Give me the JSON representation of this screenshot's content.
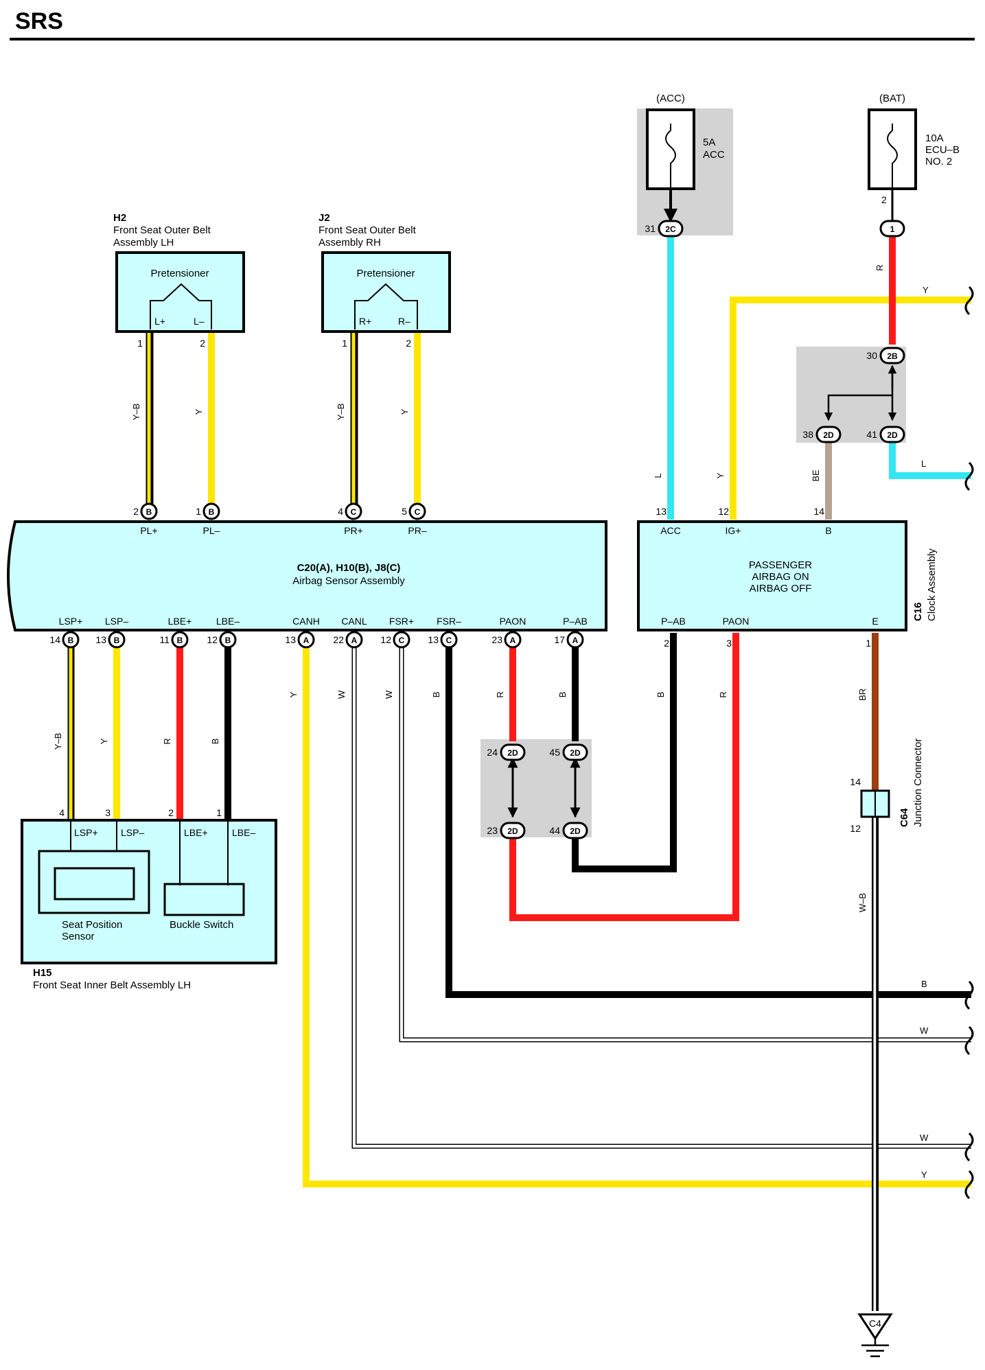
{
  "title": "SRS",
  "colors": {
    "Y": "#ffe600",
    "R": "#ff1a1a",
    "B": "#000000",
    "W": "#ffffff",
    "L": "#33e6f0",
    "BE": "#b4a390",
    "BR": "#9c3e12",
    "box": "#ccffff",
    "shade": "#d3d3d3"
  },
  "components": {
    "h2": {
      "code": "H2",
      "line1": "Front Seat Outer Belt",
      "line2": "Assembly LH",
      "inner": "Pretensioner",
      "term_plus": "L+",
      "term_minus": "L–"
    },
    "j2": {
      "code": "J2",
      "line1": "Front Seat Outer Belt",
      "line2": "Assembly RH",
      "inner": "Pretensioner",
      "term_plus": "R+",
      "term_minus": "R–"
    },
    "airbag": {
      "code": "C20(A), H10(B), J8(C)",
      "name": "Airbag Sensor Assembly"
    },
    "clock": {
      "code": "C16",
      "name": "Clock Assembly",
      "line1": "PASSENGER",
      "line2": "AIRBAG ON",
      "line3": "AIRBAG OFF"
    },
    "h15": {
      "code": "H15",
      "name": "Front Seat Inner Belt Assembly LH",
      "seat_sensor_1": "Seat Position",
      "seat_sensor_2": "Sensor",
      "buckle": "Buckle Switch"
    },
    "c64": {
      "code": "C64",
      "name": "Junction Connector"
    },
    "ground": {
      "code": "C4"
    },
    "fuse_acc": {
      "supply": "(ACC)",
      "rating": "5A",
      "name": "ACC"
    },
    "fuse_bat": {
      "supply": "(BAT)",
      "rating": "10A",
      "name1": "ECU–B",
      "name2": "NO. 2"
    }
  },
  "airbag_top_pins": [
    {
      "pin": "2",
      "connector": "B",
      "label": "PL+"
    },
    {
      "pin": "1",
      "connector": "B",
      "label": "PL–"
    },
    {
      "pin": "4",
      "connector": "C",
      "label": "PR+"
    },
    {
      "pin": "5",
      "connector": "C",
      "label": "PR–"
    }
  ],
  "airbag_bottom_pins": [
    {
      "pin": "14",
      "connector": "B",
      "label": "LSP+",
      "wire": "Y–B"
    },
    {
      "pin": "13",
      "connector": "B",
      "label": "LSP–",
      "wire": "Y"
    },
    {
      "pin": "11",
      "connector": "B",
      "label": "LBE+",
      "wire": "R"
    },
    {
      "pin": "12",
      "connector": "B",
      "label": "LBE–",
      "wire": "B"
    },
    {
      "pin": "13",
      "connector": "A",
      "label": "CANH",
      "wire": "Y"
    },
    {
      "pin": "22",
      "connector": "A",
      "label": "CANL",
      "wire": "W"
    },
    {
      "pin": "12",
      "connector": "C",
      "label": "FSR+",
      "wire": "W"
    },
    {
      "pin": "13",
      "connector": "C",
      "label": "FSR–",
      "wire": "B"
    },
    {
      "pin": "23",
      "connector": "A",
      "label": "PAON",
      "wire": "R"
    },
    {
      "pin": "17",
      "connector": "A",
      "label": "P–AB",
      "wire": "B"
    }
  ],
  "pretensioner_pins": [
    {
      "pin": "1",
      "wire": "Y–B"
    },
    {
      "pin": "2",
      "wire": "Y"
    },
    {
      "pin": "1",
      "wire": "Y–B"
    },
    {
      "pin": "2",
      "wire": "Y"
    }
  ],
  "clock_top_pins": [
    {
      "pin": "13",
      "label": "ACC",
      "wire": "L"
    },
    {
      "pin": "12",
      "label": "IG+",
      "wire": "Y"
    },
    {
      "pin": "14",
      "label": "B",
      "wire": "BE"
    }
  ],
  "clock_bottom_pins": [
    {
      "pin": "2",
      "label": "P–AB",
      "wire": "B"
    },
    {
      "pin": "3",
      "label": "PAON",
      "wire": "R"
    },
    {
      "pin": "1",
      "label": "E",
      "wire": "BR"
    }
  ],
  "h15_pins": [
    {
      "pin": "4",
      "label": "LSP+"
    },
    {
      "pin": "3",
      "label": "LSP–"
    },
    {
      "pin": "2",
      "label": "LBE+"
    },
    {
      "pin": "1",
      "label": "LBE–"
    }
  ],
  "conn_2d": [
    {
      "pin": "24",
      "code": "2D"
    },
    {
      "pin": "45",
      "code": "2D"
    },
    {
      "pin": "23",
      "code": "2D"
    },
    {
      "pin": "44",
      "code": "2D"
    }
  ],
  "conn_bat": [
    {
      "pin": "30",
      "code": "2B"
    },
    {
      "pin": "38",
      "code": "2D"
    },
    {
      "pin": "41",
      "code": "2D"
    }
  ],
  "conn_acc": {
    "pin": "31",
    "code": "2C"
  },
  "conn_bat_fuse": {
    "pin_above": "2",
    "code": "1"
  },
  "c64_pins": {
    "top": "14",
    "bottom": "12"
  },
  "wire_labels": {
    "bat_r": "R",
    "y_out": "Y",
    "l_out": "L",
    "bat_be": "BE",
    "clock_l": "L",
    "clock_y": "Y",
    "c64_br": "BR",
    "c64_wb": "W–B",
    "right_b": "B",
    "right_w1": "W",
    "right_w2": "W",
    "right_y": "Y"
  }
}
